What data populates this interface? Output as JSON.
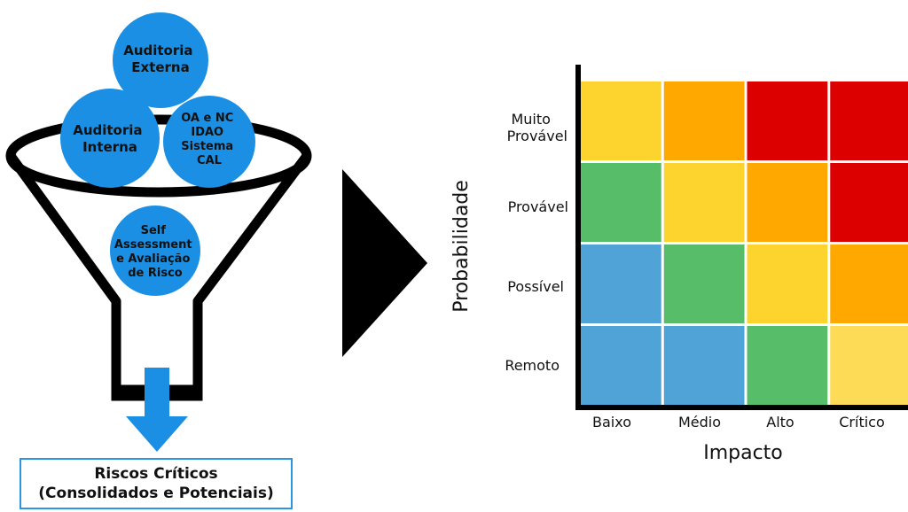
{
  "funnel": {
    "sources": [
      {
        "lines": [
          "Auditoria",
          "Externa"
        ]
      },
      {
        "lines": [
          "Auditoria",
          "Interna"
        ]
      },
      {
        "lines": [
          "OA e NC",
          "IDAO",
          "Sistema",
          "CAL"
        ]
      },
      {
        "lines": [
          "Self",
          "Assessment",
          "e Avaliação",
          "de Risco"
        ]
      }
    ],
    "result_line1": "Riscos Críticos",
    "result_line2": "(Consolidados e Potenciais)"
  },
  "colors": {
    "circle": "#1a8fe3",
    "arrow": "#1a8fe3",
    "green": "#57bd68",
    "yellow": "#fdd42e",
    "light_yellow": "#fddb57",
    "orange": "#fea800",
    "red": "#dd0000",
    "blue": "#4fa3d6"
  },
  "matrix": {
    "y_title": "Probabilidade",
    "x_title": "Impacto",
    "rows": [
      {
        "lines": [
          "Muito",
          "Provável"
        ],
        "cells": [
          "yellow",
          "orange",
          "red",
          "red"
        ]
      },
      {
        "lines": [
          "Provável"
        ],
        "cells": [
          "green",
          "yellow",
          "orange",
          "red"
        ]
      },
      {
        "lines": [
          "Possível"
        ],
        "cells": [
          "blue",
          "green",
          "yellow",
          "orange"
        ]
      },
      {
        "lines": [
          "Remoto"
        ],
        "cells": [
          "blue",
          "blue",
          "green",
          "light_yellow"
        ]
      }
    ],
    "columns": [
      "Baixo",
      "Médio",
      "Alto",
      "Crítico"
    ]
  }
}
